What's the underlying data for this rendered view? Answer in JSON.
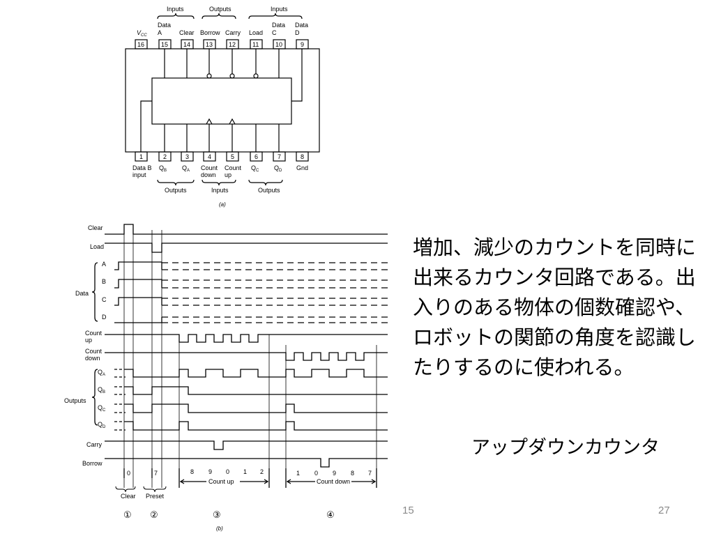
{
  "pinout": {
    "group_labels_top": [
      "Inputs",
      "Outputs",
      "Inputs"
    ],
    "group_labels_bottom": [
      "Outputs",
      "Inputs",
      "Outputs"
    ],
    "top_pins": [
      {
        "num": "16",
        "name": "V",
        "sub": "CC"
      },
      {
        "num": "15",
        "name": "Data",
        "name2": "A"
      },
      {
        "num": "14",
        "name": "Clear"
      },
      {
        "num": "13",
        "name": "Borrow"
      },
      {
        "num": "12",
        "name": "Carry"
      },
      {
        "num": "11",
        "name": "Load"
      },
      {
        "num": "10",
        "name": "Data",
        "name2": "C"
      },
      {
        "num": "9",
        "name": "Data",
        "name2": "D"
      }
    ],
    "bottom_pins": [
      {
        "num": "1",
        "name": "Data B",
        "name2": "input"
      },
      {
        "num": "2",
        "name": "Q",
        "sub": "B"
      },
      {
        "num": "3",
        "name": "Q",
        "sub": "A"
      },
      {
        "num": "4",
        "name": "Count",
        "name2": "down"
      },
      {
        "num": "5",
        "name": "Count",
        "name2": "up"
      },
      {
        "num": "6",
        "name": "Q",
        "sub": "C"
      },
      {
        "num": "7",
        "name": "Q",
        "sub": "D"
      },
      {
        "num": "8",
        "name": "Gnd"
      }
    ],
    "caption": "(a)"
  },
  "timing": {
    "signals": {
      "clear": "Clear",
      "load": "Load",
      "data": "Data",
      "a": "A",
      "b": "B",
      "c": "C",
      "d": "D",
      "count_up_1": "Count",
      "count_up_2": "up",
      "count_down_1": "Count",
      "count_down_2": "down",
      "outputs": "Outputs",
      "qa": "Q",
      "qa_sub": "A",
      "qb": "Q",
      "qb_sub": "B",
      "qc": "Q",
      "qc_sub": "C",
      "qd": "Q",
      "qd_sub": "D",
      "carry": "Carry",
      "borrow": "Borrow"
    },
    "sequence_values": [
      "0",
      "7",
      "8",
      "9",
      "0",
      "1",
      "2",
      "1",
      "0",
      "9",
      "8",
      "7"
    ],
    "phase_labels": {
      "clear": "Clear",
      "preset": "Preset",
      "count_up": "Count up",
      "count_down": "Count down"
    },
    "phase_numbers": [
      "①",
      "②",
      "③",
      "④"
    ],
    "caption": "(b)"
  },
  "description": "増加、減少のカウントを同時に出来るカウンタ回路である。出入りのある物体の個数確認や、ロボットの関節の角度を認識したりするのに使われる。",
  "title": "アップダウンカウンタ",
  "footer": {
    "left_number": "15",
    "page_number": "27"
  }
}
